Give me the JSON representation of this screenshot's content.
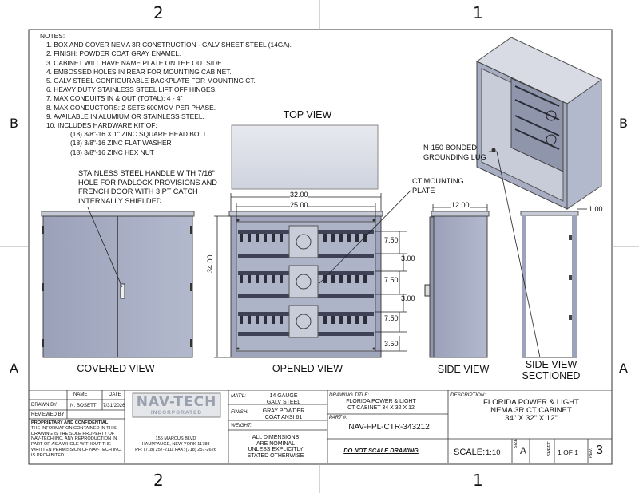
{
  "zones": {
    "top_left": "2",
    "top_right": "1",
    "bottom_left": "2",
    "bottom_right": "1",
    "left_upper": "B",
    "left_lower": "A",
    "right_upper": "B",
    "right_lower": "A"
  },
  "notes": {
    "heading": "NOTES:",
    "items": [
      "1. BOX AND COVER NEMA 3R CONSTRUCTION - GALV SHEET STEEL (14GA).",
      "2. FINISH: POWDER COAT GRAY ENAMEL.",
      "3. CABINET WILL HAVE NAME PLATE ON THE OUTSIDE.",
      "4. EMBOSSED HOLES IN REAR FOR MOUNTING CABINET.",
      "5. GALV STEEL CONFIGURABLE BACKPLATE FOR MOUNTING CT.",
      "6. HEAVY DUTY STAINLESS STEEL LIFT OFF HINGES.",
      "7. MAX CONDUITS IN & OUT (TOTAL): 4 - 4\"",
      "8. MAX CONDUCTORS: 2 SETS 600MCM PER PHASE.",
      "9. AVAILABLE IN ALUMIUM OR STAINLESS STEEL.",
      "10. INCLUDES HARDWARE KIT OF:"
    ],
    "kit": [
      "(18) 3/8\"-16 X 1\" ZINC SQUARE HEAD BOLT",
      "(18) 3/8\"-16 ZINC FLAT WASHER",
      "(18) 3/8\"-16 ZINC HEX NUT"
    ]
  },
  "callouts": {
    "handle": [
      "STAINLESS STEEL HANDLE WITH 7/16\"",
      "HOLE FOR PADLOCK PROVISIONS AND",
      "FRENCH DOOR WITH 3 PT CATCH",
      "INTERNALLY SHIELDED"
    ],
    "ct_plate": [
      "CT MOUNTING",
      "PLATE"
    ],
    "grounding": [
      "N-150 BONDED",
      "GROUNDING LUG"
    ]
  },
  "views": {
    "top": "TOP VIEW",
    "covered": "COVERED VIEW",
    "opened": "OPENED VIEW",
    "side": "SIDE VIEW",
    "sectioned": [
      "SIDE VIEW",
      "SECTIONED"
    ]
  },
  "dimensions": {
    "width_outer": "32.00",
    "width_inner": "25.00",
    "height": "34.00",
    "depth": "12.00",
    "flange": "1.00",
    "gap1": "7.50",
    "gap2": "3.00",
    "gap3": "7.50",
    "gap4": "3.00",
    "gap5": "7.50",
    "bottom": "3.50"
  },
  "title_block": {
    "name_hdr": "NAME",
    "date_hdr": "DATE",
    "drawn_by_label": "DRAWN BY",
    "drawn_by": "N. BOSETTI",
    "drawn_date": "7/31/2026",
    "reviewed_by_label": "REVIEWED BY",
    "prop_title": "PROPRIETARY AND CONFIDENTIAL",
    "prop_text": [
      "THE INFORMATION CONTAINED IN THIS",
      "DRAWING IS THE SOLE PROPERTY OF",
      "NAV-TECH INC. ANY REPRODUCTION IN",
      "PART OR AS A WHOLE WITHOUT THE",
      "WRITTEN PERMISSION OF NAV-TECH INC.",
      "IS PROHIBITED."
    ],
    "logo_main": "NAV-TECH",
    "logo_sub": "INCORPORATED",
    "address": [
      "155 MARCUS BLVD",
      "HAUPPAUGE, NEW YORK 11788",
      "PH: (718) 257-2111   FAX: (718) 257-2626"
    ],
    "matl_label": "MAT'L:",
    "matl": [
      "14 GAUGE",
      "GALV STEEL"
    ],
    "finish_label": "FINISH:",
    "finish": [
      "GRAY POWDER",
      "COAT ANSI 61"
    ],
    "weight_label": "WEIGHT:",
    "dims_note": [
      "ALL DIMENSIONS",
      "ARE NOMINAL",
      "UNLESS EXPLICITLY",
      "STATED OTHERWISE"
    ],
    "drawing_title_label": "DRAWING TITLE:",
    "drawing_title": [
      "FLORIDA POWER & LIGHT",
      "CT CABINET 34 X 32 X 12"
    ],
    "part_label": "PART #:",
    "part": "NAV-FPL-CTR-343212",
    "no_scale": "DO NOT SCALE DRAWING",
    "desc_label": "DESCRIPTION:",
    "description": [
      "FLORIDA POWER & LIGHT",
      "NEMA 3R CT CABINET",
      "34\" X 32\" X 12\""
    ],
    "scale_label": "SCALE:",
    "scale": "1:10",
    "size_label": "SIZE",
    "size": "A",
    "sheet_label": "SHEET",
    "sheet": "1 OF 1",
    "rev_label": "REV.",
    "rev": "3"
  },
  "colors": {
    "panel": "#a9b0c6",
    "panel_dark": "#8d93ab",
    "slot": "#3c4050",
    "plate": "#c3c7d6",
    "line": "#222"
  }
}
